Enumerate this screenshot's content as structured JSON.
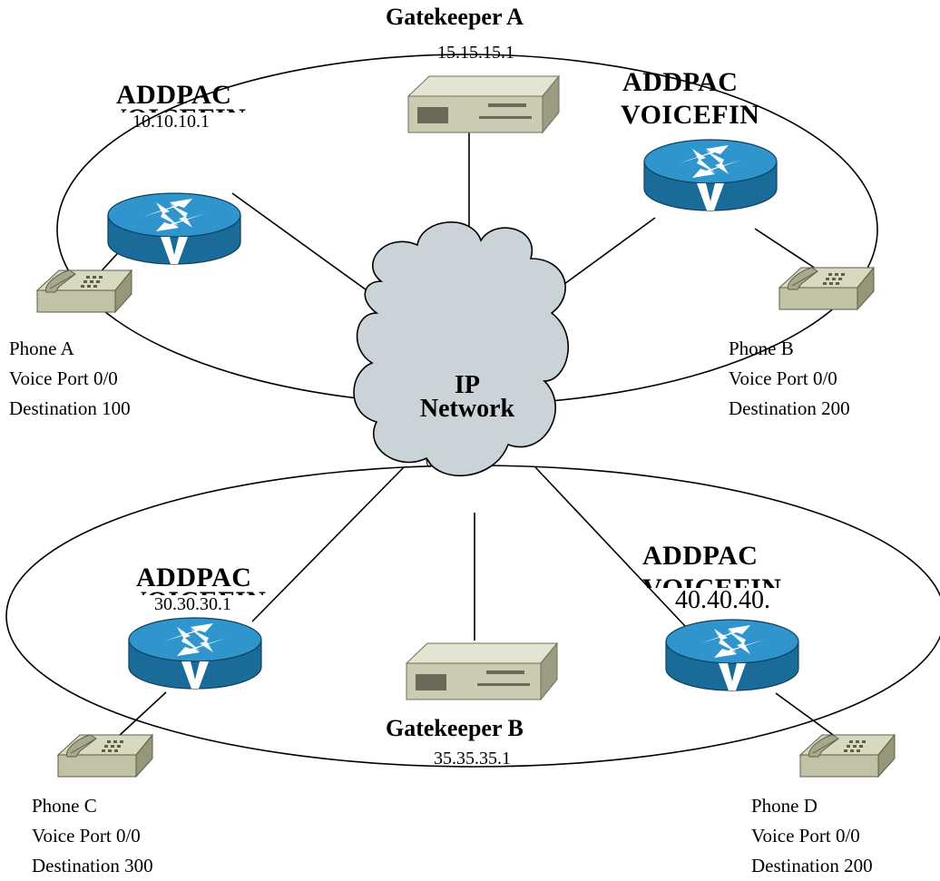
{
  "gatekeepers": [
    {
      "id": "a",
      "title": "Gatekeeper A",
      "ip": "15.15.15.1"
    },
    {
      "id": "b",
      "title": "Gatekeeper B",
      "ip": "35.35.35.1"
    }
  ],
  "cloud": {
    "line1": "IP",
    "line2": "Network"
  },
  "routers": [
    {
      "id": "a",
      "brand_line1": "ADDPAC",
      "brand_line2": "VOICEFIN",
      "ip": "10.10.10.1"
    },
    {
      "id": "b",
      "brand_line1": "ADDPAC",
      "brand_line2": "VOICEFIN",
      "ip": ""
    },
    {
      "id": "c",
      "brand_line1": "ADDPAC",
      "brand_line2": "VOICEFIN",
      "ip": "30.30.30.1"
    },
    {
      "id": "d",
      "brand_line1": "ADDPAC",
      "brand_line2": "VOICEFIN",
      "ip": "40.40.40."
    }
  ],
  "phones": [
    {
      "id": "a",
      "name": "Phone A",
      "port": "Voice Port 0/0",
      "destination": "Destination 100"
    },
    {
      "id": "b",
      "name": "Phone B",
      "port": "Voice Port 0/0",
      "destination": "Destination 200"
    },
    {
      "id": "c",
      "name": "Phone C",
      "port": "Voice Port 0/0",
      "destination": "Destination 300"
    },
    {
      "id": "d",
      "name": "Phone D",
      "port": "Voice Port 0/0",
      "destination": "Destination 200"
    }
  ],
  "colors": {
    "router_top": "#2b8fc6",
    "router_side": "#1a6b9a",
    "cloud_fill": "#c9d3d8",
    "device_top": "#e2e2d0",
    "device_front": "#c8c8b0",
    "device_side": "#9a9a80",
    "line": "#000000"
  }
}
